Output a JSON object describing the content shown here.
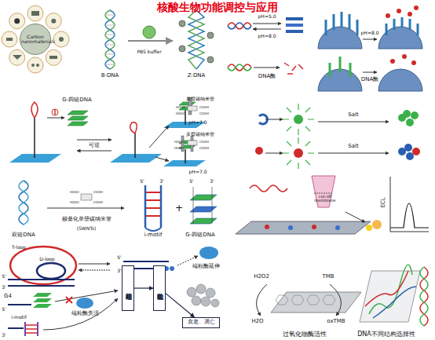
{
  "diagram": {
    "title": "核酸生物功能调控与应用",
    "nodes": [
      {
        "text": [
          "Carbon nanomaterials"
        ]
      },
      {
        "text": [
          "端粒结构破坏"
        ]
      },
      {
        "text": [
          "端粒功能紊乱"
        ]
      },
      {
        "text": [
          "衰老、凋亡"
        ]
      }
    ],
    "edges": [
      {
        "from": 1,
        "to": 2,
        "arrow": "to"
      },
      {
        "from": 2,
        "to": 3,
        "arrow": "to"
      }
    ],
    "labels": [
      "B-DNA",
      "PBS buffer",
      "Z-DNA",
      "G-四链DNA",
      "单臂碳纳米管",
      "HOOC",
      "COOH",
      "HOOC",
      "COOH",
      "pH=7.0",
      "可逆",
      "多臂碳纳米管",
      "HOOC",
      "COOH",
      "HOOC",
      "COOH",
      "pH=7.0",
      "双链DNA",
      "HOOC",
      "COOH",
      "HOOC",
      "COOH",
      "羧基化单壁碳纳米管",
      "(SWNTs)",
      "5'",
      "3'",
      "i-motif",
      "+",
      "5'",
      "3'",
      "G-四链DNA",
      "pH=5.0",
      "pH=8.0",
      "pH=8.0",
      "DNA酶",
      "DNA酶",
      "Salt",
      "Salt",
      "cut-off membrane",
      "ECL",
      "T-loop",
      "D-loop",
      "5'",
      "3'",
      "5'",
      "3'",
      "端粒酶延伸",
      "G4",
      "5'",
      "端粒酶失活",
      "i-motif",
      "3'",
      "H2O2",
      "TMB",
      "H2O",
      "oxTMB",
      "过氧化物酶活性",
      "DNA不同结构选择性"
    ]
  }
}
